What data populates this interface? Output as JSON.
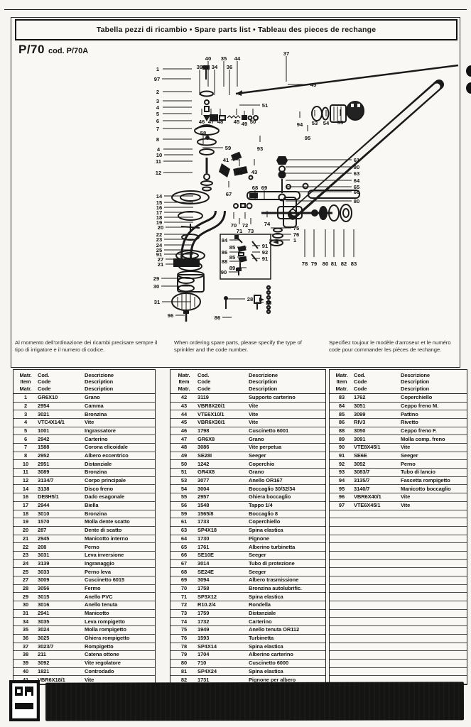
{
  "header": {
    "title_bar": "Tabella pezzi di ricambio • Spare parts list • Tableau des pieces de rechange",
    "model": "P/70",
    "model_code": "cod. P/70A"
  },
  "notes": {
    "it": "Al momento dell'ordinazione dei ricambi precisare sempre il tipo di irrigatore e il numero di codice.",
    "en": "When ordering spare parts, please specify the type of sprinkler and the code number.",
    "fr": "Specifiez toujour le modèle d'arroseur et le numéro code pour commander les pièces de rechange."
  },
  "table_header": {
    "matr": "Matr.\nItem\nMatr.",
    "cod": "Cod.\nCode\nCode",
    "desc": "Descrizione\nDescription\nDescription"
  },
  "tables": [
    {
      "rows": [
        [
          "1",
          "GR6X10",
          "Grano"
        ],
        [
          "2",
          "2954",
          "Camma"
        ],
        [
          "3",
          "3021",
          "Bronzina"
        ],
        [
          "4",
          "VTC4X14/1",
          "Vite"
        ],
        [
          "5",
          "1001",
          "Ingrassatore"
        ],
        [
          "6",
          "2942",
          "Carterino"
        ],
        [
          "7",
          "1588",
          "Corona elicoidale"
        ],
        [
          "8",
          "2952",
          "Albero eccentrico"
        ],
        [
          "10",
          "2951",
          "Distanziale"
        ],
        [
          "11",
          "3089",
          "Bronzina"
        ],
        [
          "12",
          "3134/7",
          "Corpo principale"
        ],
        [
          "14",
          "3138",
          "Disco freno"
        ],
        [
          "16",
          "DE8H5/1",
          "Dado esagonale"
        ],
        [
          "17",
          "2944",
          "Biella"
        ],
        [
          "18",
          "3010",
          "Bronzina"
        ],
        [
          "19",
          "1570",
          "Molla dente scatto"
        ],
        [
          "20",
          "287",
          "Dente di scatto"
        ],
        [
          "21",
          "2945",
          "Manicotto interno"
        ],
        [
          "22",
          "208",
          "Perno"
        ],
        [
          "23",
          "3031",
          "Leva inversione"
        ],
        [
          "24",
          "3139",
          "Ingranaggio"
        ],
        [
          "25",
          "3033",
          "Perno leva"
        ],
        [
          "27",
          "3009",
          "Cuscinetto 6015"
        ],
        [
          "28",
          "3056",
          "Fermo"
        ],
        [
          "29",
          "3015",
          "Anello PVC"
        ],
        [
          "30",
          "3016",
          "Anello tenuta"
        ],
        [
          "31",
          "2941",
          "Manicotto"
        ],
        [
          "34",
          "3035",
          "Leva rompigetto"
        ],
        [
          "35",
          "3024",
          "Molla rompigetto"
        ],
        [
          "36",
          "3025",
          "Ghiera rompigetto"
        ],
        [
          "37",
          "3023/7",
          "Rompigetto"
        ],
        [
          "38",
          "211",
          "Catena ottone"
        ],
        [
          "39",
          "3092",
          "Vite regolatore"
        ],
        [
          "40",
          "1821",
          "Controdado"
        ],
        [
          "41",
          "VBR6X18/1",
          "Vite"
        ]
      ],
      "empty_rows": 0
    },
    {
      "rows": [
        [
          "42",
          "3119",
          "Supporto carterino"
        ],
        [
          "43",
          "VBR8X20/1",
          "Vite"
        ],
        [
          "44",
          "VTE6X10/1",
          "Vite"
        ],
        [
          "45",
          "VBR6X30/1",
          "Vite"
        ],
        [
          "46",
          "1798",
          "Cuscinetto 6001"
        ],
        [
          "47",
          "GR6X8",
          "Grano"
        ],
        [
          "48",
          "3086",
          "Vite perpetua"
        ],
        [
          "49",
          "SE28I",
          "Seeger"
        ],
        [
          "50",
          "1242",
          "Coperchio"
        ],
        [
          "51",
          "GR4X8",
          "Grano"
        ],
        [
          "53",
          "3077",
          "Anello OR167"
        ],
        [
          "54",
          "3004",
          "Boccaglio 30/32/34"
        ],
        [
          "55",
          "2957",
          "Ghiera boccaglio"
        ],
        [
          "56",
          "1548",
          "Tappo 1/4"
        ],
        [
          "59",
          "1565/8",
          "Boccaglio 8"
        ],
        [
          "61",
          "1733",
          "Coperchiello"
        ],
        [
          "63",
          "SP4X18",
          "Spina elastica"
        ],
        [
          "64",
          "1730",
          "Pignone"
        ],
        [
          "65",
          "1761",
          "Alberino turbinetta"
        ],
        [
          "66",
          "SE10E",
          "Seeger"
        ],
        [
          "67",
          "3014",
          "Tubo di protezione"
        ],
        [
          "68",
          "SE24E",
          "Seeger"
        ],
        [
          "69",
          "3094",
          "Albero trasmissione"
        ],
        [
          "70",
          "1758",
          "Bronzina autolubrific."
        ],
        [
          "71",
          "SP3X12",
          "Spina elastica"
        ],
        [
          "72",
          "R10.2/4",
          "Rondella"
        ],
        [
          "73",
          "1759",
          "Distanziale"
        ],
        [
          "74",
          "1732",
          "Carterino"
        ],
        [
          "75",
          "1949",
          "Anello tenuta OR112"
        ],
        [
          "76",
          "1593",
          "Turbinetta"
        ],
        [
          "78",
          "SP4X14",
          "Spina elastica"
        ],
        [
          "79",
          "1704",
          "Alberino carterino"
        ],
        [
          "80",
          "710",
          "Cuscinetto 6000"
        ],
        [
          "81",
          "SP4X24",
          "Spina elastica"
        ],
        [
          "82",
          "1731",
          "Pignone per albero"
        ]
      ],
      "empty_rows": 0
    },
    {
      "rows": [
        [
          "83",
          "1762",
          "Coperchiello"
        ],
        [
          "84",
          "3051",
          "Ceppo freno M."
        ],
        [
          "85",
          "3099",
          "Pattino"
        ],
        [
          "86",
          "RIV3",
          "Rivetto"
        ],
        [
          "88",
          "3050",
          "Ceppo freno F."
        ],
        [
          "89",
          "3091",
          "Molla comp. freno"
        ],
        [
          "90",
          "VTE8X45/1",
          "Vite"
        ],
        [
          "91",
          "SE6E",
          "Seeger"
        ],
        [
          "92",
          "3052",
          "Perno"
        ],
        [
          "93",
          "3083/7",
          "Tubo di lancio"
        ],
        [
          "94",
          "3135/7",
          "Fascetta rompigetto"
        ],
        [
          "95",
          "3140/7",
          "Manicotto boccaglio"
        ],
        [
          "96",
          "VBR6X40/1",
          "Vite"
        ],
        [
          "97",
          "VTE6X45/1",
          "Vite"
        ]
      ],
      "empty_rows": 21
    }
  ],
  "diagram": {
    "callouts": [
      [
        "40",
        293,
        13,
        "dd"
      ],
      [
        "35",
        315,
        13,
        "dd"
      ],
      [
        "44",
        334,
        13,
        "dd"
      ],
      [
        "39",
        281,
        25,
        "dd"
      ],
      [
        "34",
        302,
        25,
        "dd"
      ],
      [
        "36",
        323,
        25,
        "dd"
      ],
      [
        "37",
        403,
        6,
        "dd"
      ],
      [
        "1",
        222,
        28,
        "r"
      ],
      [
        "97",
        221,
        42,
        "r"
      ],
      [
        "2",
        222,
        60,
        "r"
      ],
      [
        "3",
        222,
        73,
        "r"
      ],
      [
        "4",
        222,
        82,
        "r"
      ],
      [
        "5",
        222,
        91,
        "r"
      ],
      [
        "6",
        222,
        101,
        "r"
      ],
      [
        "7",
        222,
        112,
        "r"
      ],
      [
        "8",
        222,
        127,
        "r"
      ],
      [
        "4",
        223,
        141,
        "r"
      ],
      [
        "10",
        224,
        149,
        "r"
      ],
      [
        "11",
        223,
        158,
        "r"
      ],
      [
        "12",
        223,
        174,
        "r"
      ],
      [
        "14",
        224,
        207,
        "r"
      ],
      [
        "15",
        224,
        216,
        "r"
      ],
      [
        "16",
        224,
        223,
        "r"
      ],
      [
        "17",
        224,
        230,
        "r"
      ],
      [
        "18",
        224,
        237,
        "r"
      ],
      [
        "19",
        224,
        244,
        "r"
      ],
      [
        "20",
        226,
        251,
        "r"
      ],
      [
        "22",
        224,
        261,
        "r"
      ],
      [
        "23",
        224,
        268,
        "r"
      ],
      [
        "24",
        224,
        276,
        "r"
      ],
      [
        "25",
        224,
        283,
        "r"
      ],
      [
        "91",
        224,
        289,
        "r"
      ],
      [
        "27",
        226,
        296,
        "r"
      ],
      [
        "21",
        226,
        303,
        "r"
      ],
      [
        "29",
        220,
        323,
        "r"
      ],
      [
        "30",
        220,
        334,
        "r"
      ],
      [
        "31",
        221,
        356,
        "r"
      ],
      [
        "96",
        240,
        375,
        "rs"
      ],
      [
        "45",
        441,
        50,
        "l"
      ],
      [
        "51",
        373,
        79,
        "l"
      ],
      [
        "46",
        284,
        102,
        "u"
      ],
      [
        "47",
        297,
        102,
        "u"
      ],
      [
        "48",
        310,
        102,
        "u"
      ],
      [
        "45",
        333,
        102,
        "u"
      ],
      [
        "49",
        344,
        105,
        "u"
      ],
      [
        "50",
        356,
        102,
        "u"
      ],
      [
        "94",
        422,
        106,
        "u"
      ],
      [
        "53",
        443,
        104,
        "u"
      ],
      [
        "54",
        459,
        104,
        "u"
      ],
      [
        "55",
        479,
        103,
        "u"
      ],
      [
        "95",
        433,
        125,
        "u"
      ],
      [
        "58",
        286,
        118,
        "d"
      ],
      [
        "59",
        321,
        139,
        "l"
      ],
      [
        "93",
        366,
        140,
        "u"
      ],
      [
        "41",
        318,
        156,
        "rs"
      ],
      [
        "42",
        337,
        174,
        "u"
      ],
      [
        "43",
        358,
        173,
        "u"
      ],
      [
        "67",
        322,
        204,
        "u"
      ],
      [
        "68",
        359,
        195,
        "d"
      ],
      [
        "69",
        372,
        195,
        "d"
      ],
      [
        "70",
        329,
        248,
        "u"
      ],
      [
        "71",
        337,
        256,
        "u"
      ],
      [
        "72",
        345,
        248,
        "u"
      ],
      [
        "73",
        353,
        256,
        "u"
      ],
      [
        "74",
        376,
        246,
        "u"
      ],
      [
        "75",
        417,
        252,
        "l"
      ],
      [
        "76",
        417,
        261,
        "l"
      ],
      [
        "1",
        415,
        269,
        "l"
      ],
      [
        "61",
        502,
        156,
        "L"
      ],
      [
        "80",
        502,
        166,
        "L"
      ],
      [
        "63",
        502,
        175,
        "L"
      ],
      [
        "64",
        502,
        185,
        "L"
      ],
      [
        "65",
        502,
        194,
        "L"
      ],
      [
        "66",
        502,
        201,
        "L"
      ],
      [
        "80",
        502,
        214,
        "L"
      ],
      [
        "78",
        429,
        302,
        "U"
      ],
      [
        "79",
        442,
        302,
        "U"
      ],
      [
        "80",
        458,
        302,
        "U"
      ],
      [
        "81",
        470,
        302,
        "U"
      ],
      [
        "82",
        484,
        302,
        "U"
      ],
      [
        "83",
        498,
        302,
        "U"
      ],
      [
        "84",
        316,
        269,
        "rs"
      ],
      [
        "85",
        327,
        279,
        "rs"
      ],
      [
        "86",
        316,
        286,
        "rs"
      ],
      [
        "85",
        327,
        293,
        "rs"
      ],
      [
        "88",
        316,
        299,
        "rs"
      ],
      [
        "89",
        327,
        308,
        "rs"
      ],
      [
        "90",
        315,
        314,
        "rs"
      ],
      [
        "91",
        373,
        277,
        "ls"
      ],
      [
        "92",
        373,
        286,
        "ls"
      ],
      [
        "91",
        373,
        295,
        "ls"
      ],
      [
        "28",
        352,
        352,
        "l"
      ],
      [
        "38",
        378,
        357,
        "ls"
      ],
      [
        "86",
        306,
        378,
        "rs"
      ]
    ]
  }
}
